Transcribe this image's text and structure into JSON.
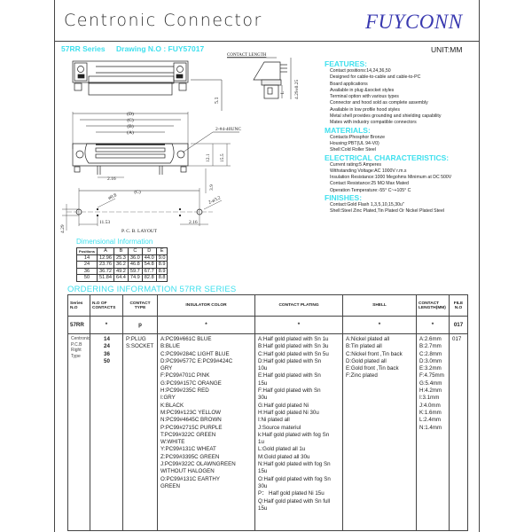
{
  "header": {
    "title": "Centronic Connector",
    "brand": "FUYCONN",
    "series": "57RR Series",
    "drawing_no": "Drawing N.O : FUY57017",
    "unit": "UNIT:MM"
  },
  "drawing": {
    "contact_length_label": "CONTACT LENGTH",
    "dims": {
      "d": "(D)",
      "c": "(C)",
      "b": "(B)",
      "a": "(A)",
      "screw": "2-#4-40UNC",
      "h51": "5.1",
      "h121": "12.1",
      "h155": "15.5",
      "h39": "3.9",
      "w216a": "2.16",
      "w216b": "2.16",
      "w1153": "11.53",
      "hole08": "ø0.8",
      "hole32": "2-ø3.2",
      "h429": "4.29",
      "side": "4.29±0.25",
      "side_l": "L",
      "pcb_c": "(C)",
      "pcb_layout": "P. C. B. LAYOUT"
    }
  },
  "specs": {
    "features_title": "FEATURES:",
    "features": [
      "Contact positions:14,24,36,50",
      "Designed for cable-to-cable and cable-to-PC",
      "Board applications",
      "Available in plug &socket styles",
      "Terminal option with various types",
      "Connector and hood sold as complete assembly",
      "Available in low profile hood styles",
      "Metal shell provides grounding and shielding capability",
      "Mates with industry compatible connectors"
    ],
    "materials_title": "MATERIALS:",
    "materials": [
      "Contacts:Phosphor Bronze",
      "Housing:PBT(UL 94-V0)",
      "Shell:Cold Roller Steel"
    ],
    "electrical_title": "ELECTRICAL CHARACTERISTICS:",
    "electrical": [
      "Current rating:5 Amperes",
      "Withstanding Voltage:AC 1000V r.m.s",
      "Insulation Resistance:1000  Megohms Minimum at DC 500V",
      "Contact Resistance:25 MΩ  Max Mated",
      "Operation Temperature:-55° C~+105° C"
    ],
    "finishes_title": "FINISHES:",
    "finishes": [
      "Contact:Gold Flash 1,3,5,10,15,30u\"",
      "Shell:Steel Zinc Plated,Tin Plated Or Nickel Plated Steel"
    ]
  },
  "dimensional": {
    "title": "Dimensional Information",
    "headers": [
      "Positions",
      "A",
      "B",
      "C",
      "D",
      "E"
    ],
    "rows": [
      [
        "14",
        "12.96",
        "25.3",
        "36.0",
        "44.0",
        "9.0"
      ],
      [
        "24",
        "23.76",
        "36.2",
        "46.8",
        "54.8",
        "8.9"
      ],
      [
        "36",
        "36.72",
        "49.2",
        "59.7",
        "67.7",
        "8.9"
      ],
      [
        "50",
        "51.84",
        "64.4",
        "74.9",
        "82.8",
        "8.8"
      ]
    ]
  },
  "ordering": {
    "title": "ORDERING INFORMATION 57RR SERIES",
    "headers": [
      "Series N.O",
      "N.O OF CONTACTS",
      "CONTACT TYPE",
      "INSULATOR COLOR",
      "CONTACT PLATING",
      "SHELL",
      "CONTACT LENGTH(MM)",
      "FILE N.O"
    ],
    "code": [
      "57RR",
      "*",
      "p",
      "*",
      "*",
      "*",
      "*",
      "017"
    ],
    "series_desc": [
      "Centronic",
      "P.C.B",
      "Right",
      "Type"
    ],
    "contacts": [
      "14",
      "24",
      "36",
      "50"
    ],
    "contact_types": [
      "P:PLUG",
      "S:SOCKET"
    ],
    "insulator_colors": [
      "A:PC99#661C BLUE",
      "B:BLUE",
      "C:PC99#284C LIGHT BLUE",
      "D:PC99#577C E:PC99#424C",
      "GRY",
      "F:PC99#701C PINK",
      "G:PC99#157C ORANGE",
      "H:PC99#235C RED",
      "I:GRY",
      "K:BLACK",
      "M:PC99#123C  YELLOW",
      "N:PC99#4645C BROWN",
      "P:PC99#2715C PURPLE",
      "T:PC99#322C GREEN",
      "W:WHITE",
      "Y:PC99#131C WHEAT",
      "Z:PC99#3395C GREEN",
      "J:PC99#322C OLAWNGREEN",
      "WITHOUT HALOGEN",
      "O:PC99#131C EARTHY",
      "GREEN"
    ],
    "platings": [
      "A:Half gold plated with Sn 1u",
      "B:Half gold plated with Sn 3u",
      "C:Half gold plated with Sn 5u",
      "D:Half gold plated with Sn",
      "10u",
      "E:Half gold plated with Sn",
      "15u",
      "F:Half gold plated with Sn",
      "30u",
      "G:Half gold plated Ni",
      "H:Half gold plated Ni 30u",
      "I:Ni plated all",
      "J:Source materiul",
      "k:Half gold plated with fog Sn",
      "1u",
      "L:Gold plated all 1u",
      "M:Gold plated all 30u",
      "N:Half gold plated with fog Sn",
      "15u",
      "O:Half gold plated with fog Sn",
      "30u",
      "P： Half gold plated Ni 15u",
      "Q:Half gold plated with Sn full",
      "15u"
    ],
    "shells": [
      "A:Nickel plated all",
      "B:Tin plated all",
      "C:Nickel front ,Tin back",
      "D:Gold plated all",
      "E:Gold front ,Tin back",
      "F:Zinc plated"
    ],
    "lengths": [
      "A:2.6mm",
      "B:2.7mm",
      "C:2.8mm",
      "D:3.0mm",
      "E:3.2mm",
      "F:4.75mm",
      "G:5.4mm",
      "H:4.2mm",
      "I:3.1mm",
      "J:4.0mm",
      "K:1.6mm",
      "L:2.4mm",
      "N:1.4mm"
    ],
    "file_no": "017"
  },
  "colors": {
    "accent_cyan": "#3fe0ee",
    "brand_blue": "#3a3ab0",
    "line": "#444444"
  }
}
